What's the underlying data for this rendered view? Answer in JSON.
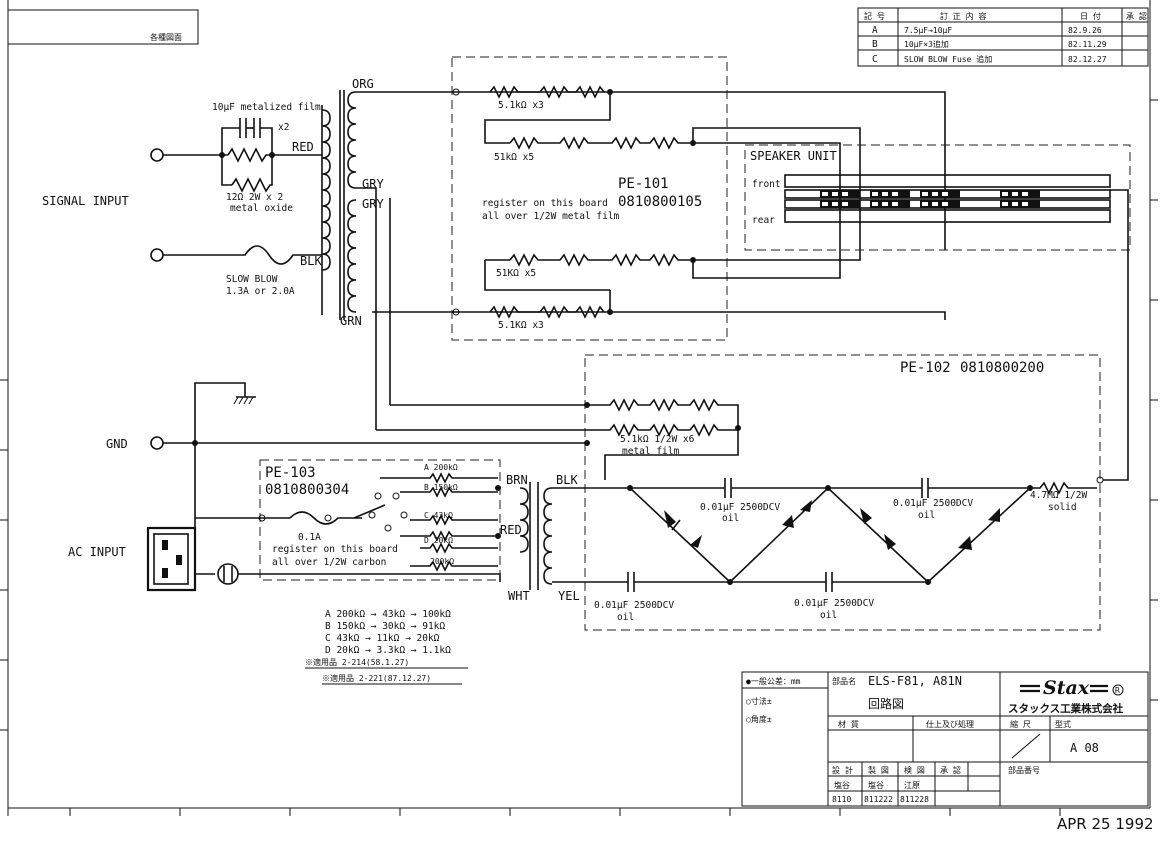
{
  "sheet": {
    "top_left_label": "各種図面",
    "footer_stamp": "APR 25 1992"
  },
  "revisions": {
    "headers": [
      "記 号",
      "訂 正 内 容",
      "日 付",
      "承 認"
    ],
    "rows": [
      {
        "mark": "A",
        "content": "7.5μF→10μF",
        "date": "82.9.26"
      },
      {
        "mark": "B",
        "content": "10μF×3追加",
        "date": "82.11.29"
      },
      {
        "mark": "C",
        "content": "SLOW BLOW Fuse 追加",
        "date": "82.12.27"
      }
    ]
  },
  "labels": {
    "signal_input": "SIGNAL INPUT",
    "gnd": "GND",
    "ac_input": "AC INPUT",
    "cap_note_1": "10μF metalized film",
    "cap_note_2": "x2",
    "res_note_1": "12Ω 2W x 2",
    "res_note_2": "metal oxide",
    "slow_blow": "SLOW BLOW",
    "slow_blow_val": "1.3A or 2.0A",
    "org": "ORG",
    "red": "RED",
    "gry1": "GRY",
    "gry2": "GRY",
    "blk": "BLK",
    "grn": "GRN",
    "pe101": "PE-101",
    "pe101_code": "0810800105",
    "reg_note_1": "register on this board",
    "reg_note_2": "all over 1/2W metal film",
    "r1": "5.1kΩ x3",
    "r2": "51kΩ x5",
    "r3": "51KΩ x5",
    "r4": "5.1KΩ x3",
    "speaker_unit": "SPEAKER UNIT",
    "front": "front",
    "rear": "rear",
    "pe102": "PE-102",
    "pe102_code": "0810800200",
    "r5_1": "5.1kΩ 1/2W x6",
    "r5_2": "metal film",
    "c1": "0.01μF 2500DCV",
    "c1b": "oil",
    "c2": "0.01μF 2500DCV",
    "c2b": "oil",
    "c3": "0.01μF 2500DCV",
    "c3b": "oil",
    "c4": "0.01μF 2500DCV",
    "c4b": "oil",
    "r6": "4.7MΩ 1/2W",
    "r6b": "solid",
    "pe103": "PE-103",
    "pe103_code": "0810800304",
    "fuse": "0.1A",
    "pe103_note1": "register on this board",
    "pe103_note2": "all over 1/2W carbon",
    "ra": "A 200kΩ",
    "rb": "B 150kΩ",
    "rc": "C 43kΩ",
    "rd": "D 20kΩ",
    "re": "200kΩ",
    "brn": "BRN",
    "blk2": "BLK",
    "red2": "RED",
    "wht": "WHT",
    "yel": "YEL",
    "tap_legend": [
      "A 200kΩ → 43kΩ → 100kΩ",
      "B 150kΩ → 30kΩ → 91kΩ",
      "C 43kΩ → 11kΩ → 20kΩ",
      "D 20kΩ → 3.3kΩ → 1.1kΩ"
    ],
    "note_a": "※適用品 2-214(58.1.27)",
    "note_b": "※適用品 2-221(87.12.27)"
  },
  "title_block": {
    "tolerance_head": "●一般公差：mm",
    "dim_tol": "○寸法±",
    "ang_tol": "○角度±",
    "part_name_label": "部品名",
    "part_name": "ELS-F81, A81N",
    "drawing_name": "回路図",
    "material_label": "材 質",
    "finish_label": "仕上及び処理",
    "scale_label": "縮 尺",
    "model_label": "型式",
    "model_value": "A 08",
    "design_label": "設 計",
    "drafting_label": "製 図",
    "check_label": "検 図",
    "approve_label": "承 認",
    "part_no_label": "部品番号",
    "designer": "塩谷",
    "drafter": "塩谷",
    "checker": "江原",
    "date1": "8110",
    "date2": "811222",
    "date3": "811228",
    "brand": "Stax",
    "company": "スタックス工業株式会社"
  }
}
